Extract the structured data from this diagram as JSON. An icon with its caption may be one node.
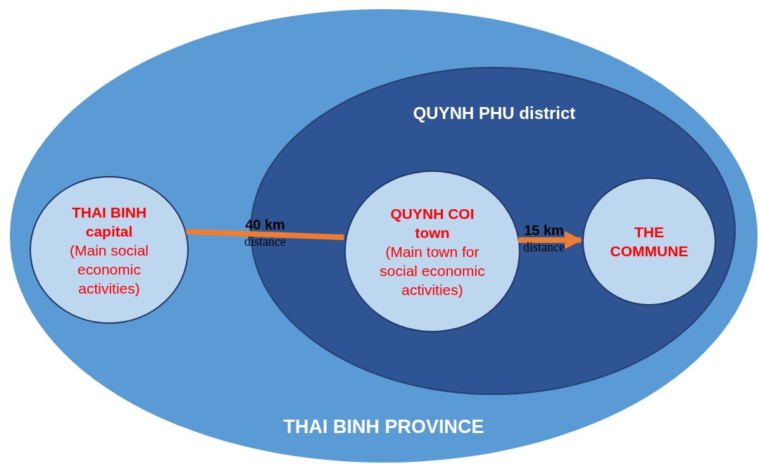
{
  "diagram": {
    "nodes": [
      {
        "text": [
          "THAI BINH PROVINCE"
        ]
      },
      {
        "text": [
          "QUYNH PHU district"
        ],
        "in": 0
      },
      {
        "text": [
          "THAI BINH capital",
          "(Main social economic activities)"
        ],
        "in": 0
      },
      {
        "text": [
          "QUYNH COI town",
          "(Main town for social economic activities)"
        ],
        "in": 1
      },
      {
        "text": [
          "THE COMMUNE"
        ],
        "in": 1
      }
    ],
    "edges": [
      {
        "from": 2,
        "to": 3,
        "arrow": "none",
        "label": "**40 km** distance"
      },
      {
        "from": 3,
        "to": 4,
        "arrow": "to",
        "label": "**15 km** distance"
      }
    ]
  }
}
